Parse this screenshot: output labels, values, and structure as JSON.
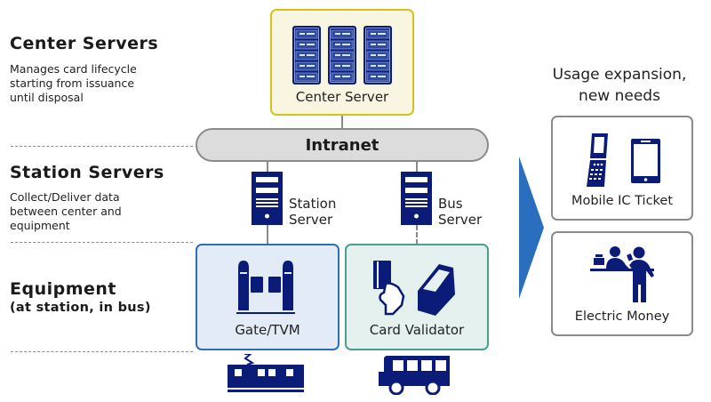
{
  "tiers": [
    {
      "title": "Center Servers",
      "description": [
        "Manages card lifecycle",
        "starting from issuance",
        "until disposal"
      ]
    },
    {
      "title": "Station Servers",
      "description": [
        "Collect/Deliver data",
        "between center and",
        "equipment"
      ]
    },
    {
      "title": "Equipment",
      "subtitle": "(at station, in bus)"
    }
  ],
  "center_server": {
    "label": "Center Server",
    "icon": "server-rack-icon"
  },
  "intranet": {
    "label": "Intranet"
  },
  "station_server": {
    "label_line1": "Station",
    "label_line2": "Server",
    "icon": "server-tower-icon"
  },
  "bus_server": {
    "label_line1": "Bus",
    "label_line2": "Server",
    "icon": "server-tower-icon"
  },
  "equipment": [
    {
      "label": "Gate/TVM",
      "icon": "ticket-gate-icon",
      "vehicle": "train-icon"
    },
    {
      "label": "Card Validator",
      "icon": "card-validator-icon",
      "vehicle": "bus-icon"
    }
  ],
  "expansion": {
    "heading_line1": "Usage expansion,",
    "heading_line2": "new needs",
    "items": [
      {
        "label": "Mobile IC Ticket",
        "icon": "mobile-phone-icon"
      },
      {
        "label": "Electric Money",
        "icon": "shop-counter-icon"
      }
    ]
  },
  "colors": {
    "navy": "#0a1b78",
    "center_box_border": "#d4c219",
    "center_box_fill": "#f8f5e1",
    "gate_box_border": "#2f6eb5",
    "gate_box_fill": "#e2ebf6",
    "validator_box_border": "#4a9d8f",
    "validator_box_fill": "#e4f1ef",
    "arrow": "#2a6fbd",
    "intranet_fill": "#dcdcdc"
  }
}
